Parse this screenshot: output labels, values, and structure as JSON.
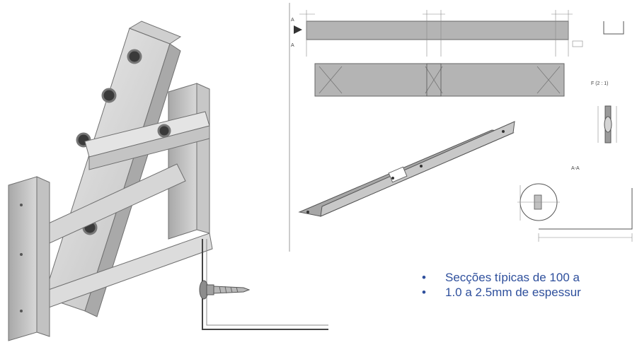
{
  "bullets": [
    "Secções típicas de 100 a",
    "1.0 a 2.5mm de espessur"
  ],
  "drawing": {
    "detail_label": "F (2 : 1)",
    "section_label": "A-A",
    "marker_a": "A"
  },
  "colors": {
    "steel_light": "#dcdcdc",
    "steel_mid": "#bdbdbd",
    "steel_dark": "#8f8f8f",
    "drawing_fill": "#b4b4b4",
    "bullet_text": "#2e4f9c"
  }
}
